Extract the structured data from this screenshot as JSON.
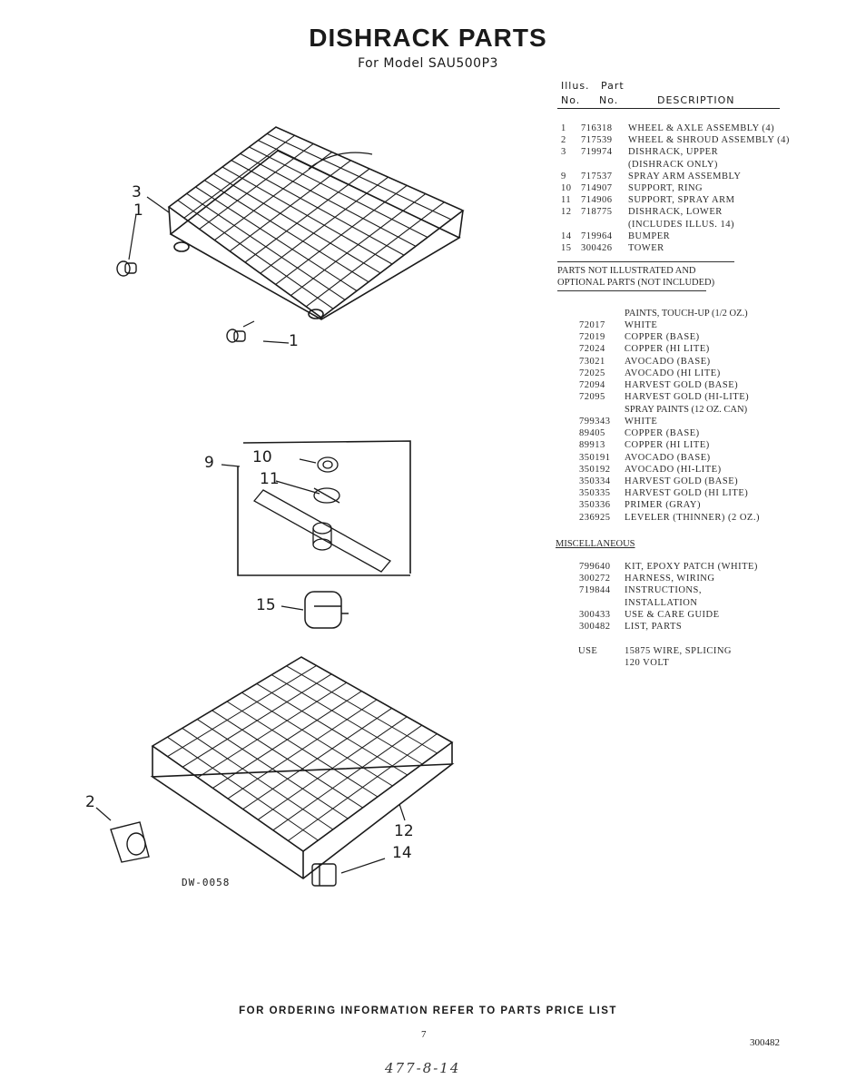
{
  "title": "DISHRACK PARTS",
  "subtitle": "For Model SAU500P3",
  "table_header": {
    "illus": "Illus.",
    "part": "Part",
    "no1": "No.",
    "no2": "No.",
    "description": "DESCRIPTION"
  },
  "parts": [
    {
      "illus": "1",
      "part": "716318",
      "desc": "WHEEL & AXLE ASSEMBLY (4)"
    },
    {
      "illus": "2",
      "part": "717539",
      "desc": "WHEEL & SHROUD ASSEMBLY (4)"
    },
    {
      "illus": "3",
      "part": "719974",
      "desc": "DISHRACK, UPPER"
    },
    {
      "illus": "",
      "part": "",
      "desc": "(DISHRACK ONLY)"
    },
    {
      "illus": "9",
      "part": "717537",
      "desc": "SPRAY ARM ASSEMBLY"
    },
    {
      "illus": "10",
      "part": "714907",
      "desc": "SUPPORT, RING"
    },
    {
      "illus": "11",
      "part": "714906",
      "desc": "SUPPORT, SPRAY ARM"
    },
    {
      "illus": "12",
      "part": "718775",
      "desc": "DISHRACK, LOWER"
    },
    {
      "illus": "",
      "part": "",
      "desc": "(INCLUDES ILLUS. 14)"
    },
    {
      "illus": "14",
      "part": "719964",
      "desc": "BUMPER"
    },
    {
      "illus": "15",
      "part": "300426",
      "desc": "TOWER"
    }
  ],
  "not_illustrated": {
    "line1": "PARTS NOT ILLUSTRATED AND",
    "line2": "OPTIONAL PARTS (NOT INCLUDED)"
  },
  "paints_header": "PAINTS, TOUCH-UP (1/2 OZ.)",
  "paints": [
    {
      "part": "72017",
      "desc": "WHITE"
    },
    {
      "part": "72019",
      "desc": "COPPER (BASE)"
    },
    {
      "part": "72024",
      "desc": "COPPER (HI LITE)"
    },
    {
      "part": "73021",
      "desc": "AVOCADO (BASE)"
    },
    {
      "part": "72025",
      "desc": "AVOCADO (HI LITE)"
    },
    {
      "part": "72094",
      "desc": "HARVEST GOLD (BASE)"
    },
    {
      "part": "72095",
      "desc": "HARVEST GOLD (HI-LITE)"
    }
  ],
  "spray_header": "SPRAY PAINTS (12 OZ. CAN)",
  "spray": [
    {
      "part": "799343",
      "desc": "WHITE"
    },
    {
      "part": "89405",
      "desc": "COPPER (BASE)"
    },
    {
      "part": "89913",
      "desc": "COPPER (HI LITE)"
    },
    {
      "part": "350191",
      "desc": "AVOCADO (BASE)"
    },
    {
      "part": "350192",
      "desc": "AVOCADO (HI-LITE)"
    },
    {
      "part": "350334",
      "desc": "HARVEST GOLD (BASE)"
    },
    {
      "part": "350335",
      "desc": "HARVEST GOLD (HI LITE)"
    },
    {
      "part": "350336",
      "desc": "PRIMER (GRAY)"
    },
    {
      "part": "236925",
      "desc": "LEVELER (THINNER) (2 OZ.)"
    }
  ],
  "misc_header": "MISCELLANEOUS",
  "misc": [
    {
      "part": "799640",
      "desc": "KIT, EPOXY PATCH (WHITE)"
    },
    {
      "part": "300272",
      "desc": "HARNESS, WIRING"
    },
    {
      "part": "719844",
      "desc": "INSTRUCTIONS,"
    },
    {
      "part": "",
      "desc": "INSTALLATION"
    },
    {
      "part": "300433",
      "desc": "USE & CARE GUIDE"
    },
    {
      "part": "300482",
      "desc": "LIST, PARTS"
    }
  ],
  "use_note": {
    "label": "USE",
    "line1": "15875 WIRE, SPLICING",
    "line2": "120 VOLT"
  },
  "callouts": {
    "c3": "3",
    "c1a": "1",
    "c1b": "1",
    "c9": "9",
    "c10": "10",
    "c11": "11",
    "c15": "15",
    "c2": "2",
    "c12": "12",
    "c14": "14"
  },
  "drawing_no": "DW-0058",
  "footer": "FOR ORDERING INFORMATION REFER TO PARTS PRICE LIST",
  "page_number": "7",
  "doc_number": "300482",
  "handwritten": "477-8-14"
}
